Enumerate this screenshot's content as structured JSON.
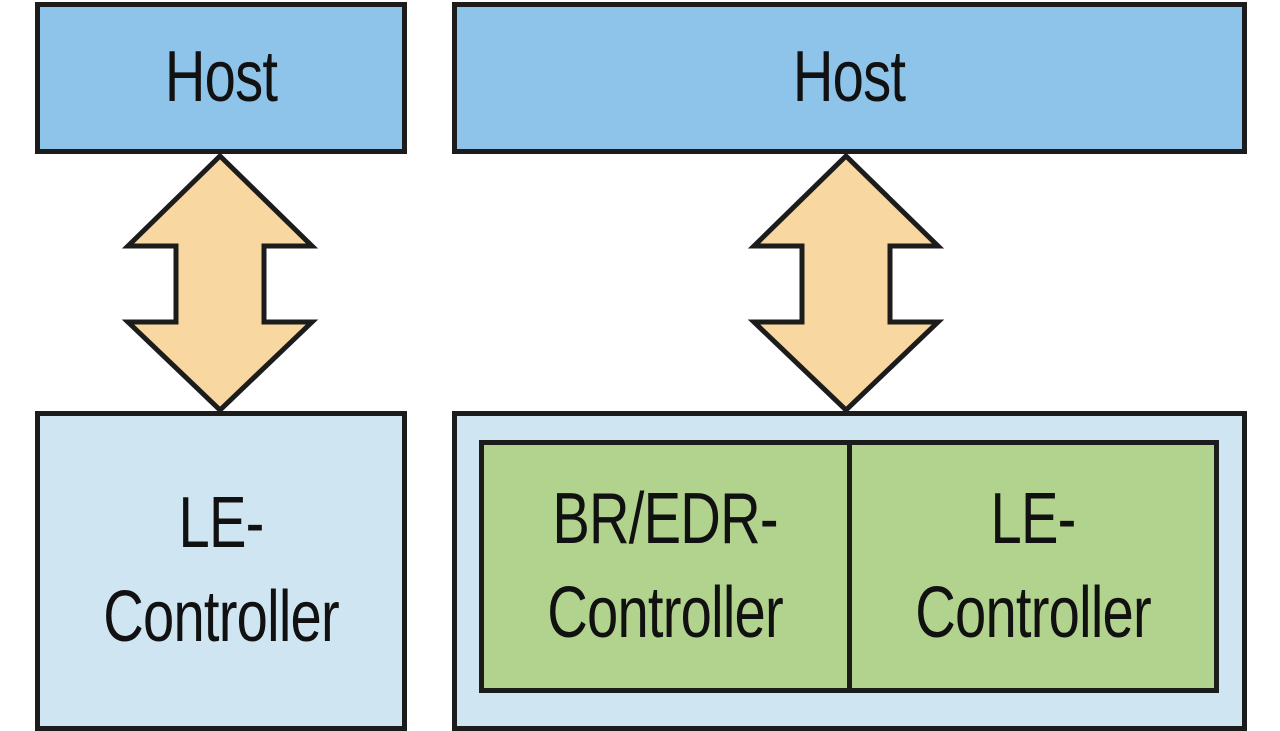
{
  "left_stack": {
    "host_label": "Host",
    "controller_label_line1": "LE-",
    "controller_label_line2": "Controller"
  },
  "right_stack": {
    "host_label": "Host",
    "controllers": [
      {
        "line1": "BR/EDR-",
        "line2": "Controller"
      },
      {
        "line1": "LE-",
        "line2": "Controller"
      }
    ]
  },
  "colors": {
    "host_fill": "#8ec3ea",
    "controller_outer_fill": "#cfe6f2",
    "controller_inner_fill": "#b2d38d",
    "arrow_fill": "#f9d7a0",
    "border": "#1c1c1c"
  },
  "icons": {
    "link_arrow": "double-headed-vertical-arrow"
  }
}
